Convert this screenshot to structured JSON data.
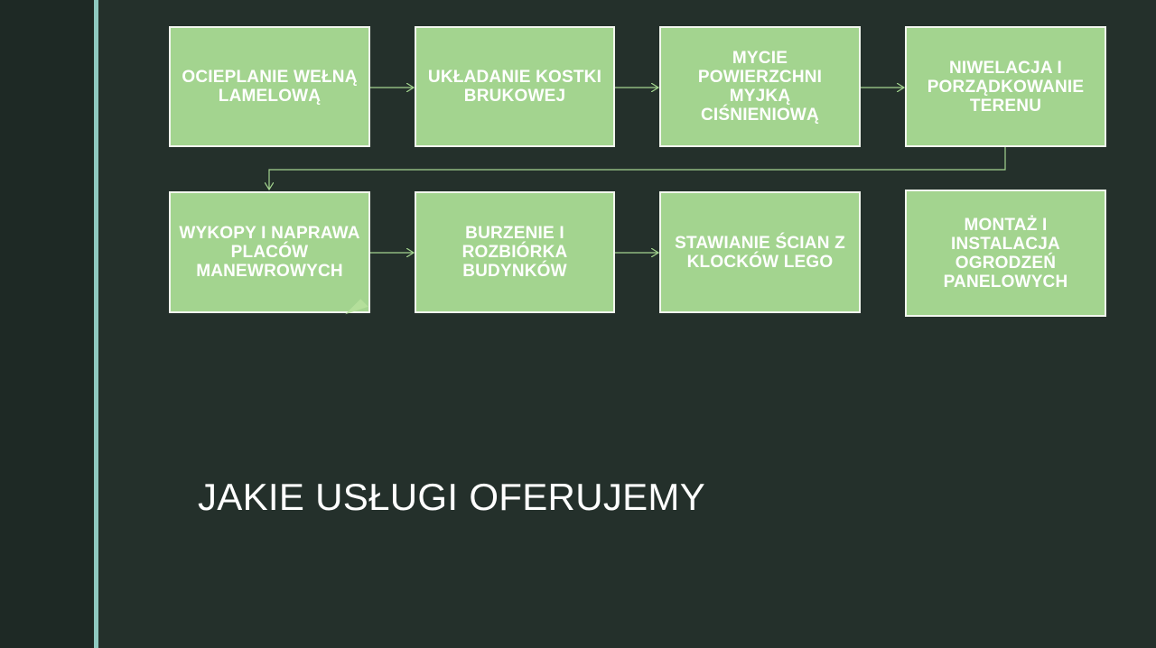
{
  "slide": {
    "title": "JAKIE USŁUGI OFERUJEMY"
  },
  "diagram": {
    "type": "process-flow",
    "nodes": [
      {
        "id": "n1",
        "label": "OCIEPLANIE WEŁNĄ LAMELOWĄ"
      },
      {
        "id": "n2",
        "label": "UKŁADANIE KOSTKI BRUKOWEJ"
      },
      {
        "id": "n3",
        "label": "MYCIE POWIERZCHNI MYJKĄ CIŚNIENIOWĄ"
      },
      {
        "id": "n4",
        "label": "NIWELACJA I PORZĄDKOWANIE TERENU"
      },
      {
        "id": "n5",
        "label": "WYKOPY I NAPRAWA PLACÓW MANEWROWYCH"
      },
      {
        "id": "n6",
        "label": "BURZENIE I ROZBIÓRKA BUDYNKÓW"
      },
      {
        "id": "n7",
        "label": "STAWIANIE ŚCIAN Z KLOCKÓW LEGO"
      },
      {
        "id": "n8",
        "label": "MONTAŻ I INSTALACJA OGRODZEŃ PANELOWYCH"
      }
    ],
    "edges": [
      {
        "from": "n1",
        "to": "n2"
      },
      {
        "from": "n2",
        "to": "n3"
      },
      {
        "from": "n3",
        "to": "n4"
      },
      {
        "from": "n4",
        "to": "n5"
      },
      {
        "from": "n5",
        "to": "n6"
      },
      {
        "from": "n6",
        "to": "n7"
      }
    ]
  },
  "colors": {
    "background": "#24302b",
    "left_panel": "#1e2925",
    "accent_line": "#8fc9c0",
    "box_fill": "#a3d48f",
    "box_border": "#f2f6ee",
    "connector": "#a3d48f",
    "text": "#ffffff"
  }
}
